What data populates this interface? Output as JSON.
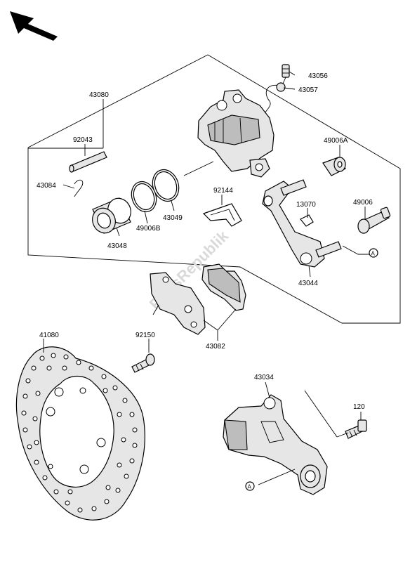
{
  "watermark": "PartsRepublik",
  "callout_marker": "A",
  "part_labels": {
    "p43080": "43080",
    "p43056": "43056",
    "p43057": "43057",
    "p92043": "92043",
    "p43084": "43084",
    "p92144": "92144",
    "p49006A": "49006A",
    "p13070": "13070",
    "p49006": "49006",
    "p49006B": "49006B",
    "p43049": "43049",
    "p43048": "43048",
    "p43044": "43044",
    "p41080": "41080",
    "p92150": "92150",
    "p43082": "43082",
    "p43034": "43034",
    "p120": "120"
  },
  "colors": {
    "line": "#000000",
    "shade": "#e6e6e6",
    "watermark": "#d9d9d9"
  }
}
